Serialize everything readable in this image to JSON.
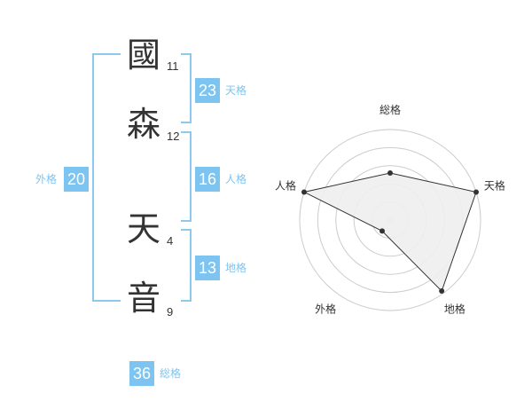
{
  "name": {
    "chars": [
      {
        "char": "國",
        "strokes": "11"
      },
      {
        "char": "森",
        "strokes": "12"
      },
      {
        "char": "天",
        "strokes": "4"
      },
      {
        "char": "音",
        "strokes": "9"
      }
    ]
  },
  "fortunes": {
    "tenkaku": {
      "value": "23",
      "label": "天格"
    },
    "jinkaku": {
      "value": "16",
      "label": "人格"
    },
    "chikaku": {
      "value": "13",
      "label": "地格"
    },
    "gaikaku": {
      "value": "20",
      "label": "外格"
    },
    "soukaku": {
      "value": "36",
      "label": "総格"
    }
  },
  "chart_data": {
    "type": "radar",
    "axes": [
      "総格",
      "天格",
      "地格",
      "外格",
      "人格"
    ],
    "values": [
      0.52,
      1.0,
      0.97,
      0.15,
      1.0
    ],
    "max": 1.0,
    "rings": 5,
    "fill_color": "#eeeeee",
    "line_color": "#333333",
    "grid_color": "#cccccc"
  }
}
